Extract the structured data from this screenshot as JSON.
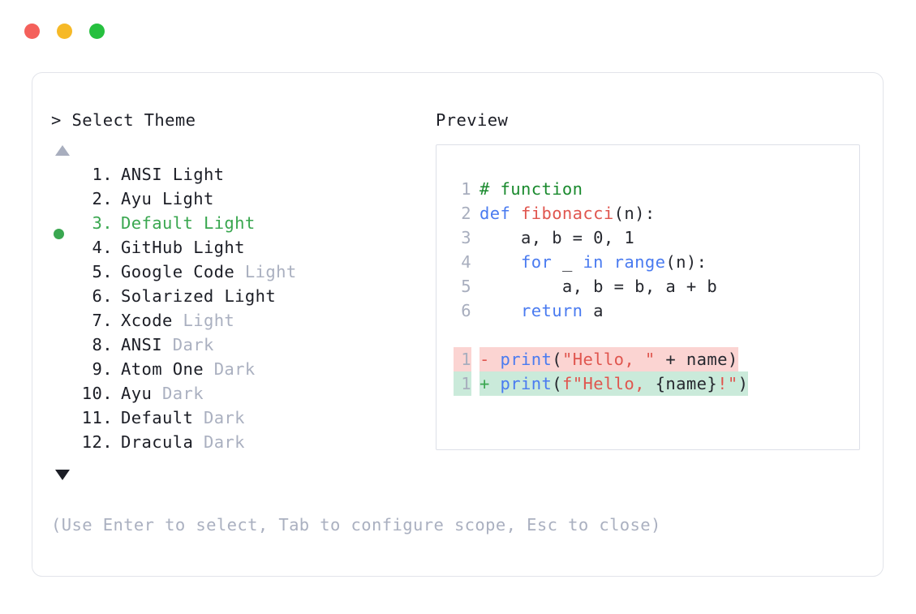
{
  "window": {
    "traffic_lights": [
      {
        "name": "close-button",
        "color": "#f4605b"
      },
      {
        "name": "minimize-button",
        "color": "#f6b927"
      },
      {
        "name": "maximize-button",
        "color": "#26c03f"
      }
    ]
  },
  "left_panel": {
    "prompt": "> Select Theme",
    "scroll_up_icon": "triangle-up-icon",
    "scroll_down_icon": "triangle-down-icon",
    "selected_index": 3,
    "items": [
      {
        "index": " 1.",
        "name": "ANSI",
        "suffix": "Light",
        "suffix_dim": false,
        "selected": false
      },
      {
        "index": " 2.",
        "name": "Ayu",
        "suffix": "Light",
        "suffix_dim": false,
        "selected": false
      },
      {
        "index": " 3.",
        "name": "Default",
        "suffix": "Light",
        "suffix_dim": false,
        "selected": true
      },
      {
        "index": " 4.",
        "name": "GitHub",
        "suffix": "Light",
        "suffix_dim": false,
        "selected": false
      },
      {
        "index": " 5.",
        "name": "Google Code",
        "suffix": "Light",
        "suffix_dim": true,
        "selected": false
      },
      {
        "index": " 6.",
        "name": "Solarized",
        "suffix": "Light",
        "suffix_dim": false,
        "selected": false
      },
      {
        "index": " 7.",
        "name": "Xcode",
        "suffix": "Light",
        "suffix_dim": true,
        "selected": false
      },
      {
        "index": " 8.",
        "name": "ANSI",
        "suffix": "Dark",
        "suffix_dim": true,
        "selected": false
      },
      {
        "index": " 9.",
        "name": "Atom One",
        "suffix": "Dark",
        "suffix_dim": true,
        "selected": false
      },
      {
        "index": "10.",
        "name": "Ayu",
        "suffix": "Dark",
        "suffix_dim": true,
        "selected": false
      },
      {
        "index": "11.",
        "name": "Default",
        "suffix": "Dark",
        "suffix_dim": true,
        "selected": false
      },
      {
        "index": "12.",
        "name": "Dracula",
        "suffix": "Dark",
        "suffix_dim": true,
        "selected": false
      }
    ]
  },
  "right_panel": {
    "title": "Preview",
    "code_lines": [
      {
        "number": "1",
        "tokens": [
          {
            "text": "# function",
            "type": "comment"
          }
        ]
      },
      {
        "number": "2",
        "tokens": [
          {
            "text": "def ",
            "type": "kw"
          },
          {
            "text": "fibonacci",
            "type": "fn"
          },
          {
            "text": "(n):",
            "type": "plain"
          }
        ]
      },
      {
        "number": "3",
        "tokens": [
          {
            "text": "    a, b = 0, 1",
            "type": "plain"
          }
        ]
      },
      {
        "number": "4",
        "tokens": [
          {
            "text": "    ",
            "type": "plain"
          },
          {
            "text": "for",
            "type": "kw"
          },
          {
            "text": " _ ",
            "type": "plain"
          },
          {
            "text": "in range",
            "type": "kw"
          },
          {
            "text": "(n):",
            "type": "plain"
          }
        ]
      },
      {
        "number": "5",
        "tokens": [
          {
            "text": "        a, b = b, a + b",
            "type": "plain"
          }
        ]
      },
      {
        "number": "6",
        "tokens": [
          {
            "text": "    ",
            "type": "plain"
          },
          {
            "text": "return",
            "type": "kw"
          },
          {
            "text": " a",
            "type": "plain"
          }
        ]
      }
    ],
    "diff_lines": [
      {
        "number": "1",
        "marker": "-",
        "kind": "del",
        "tokens": [
          {
            "text": "print",
            "type": "kw"
          },
          {
            "text": "(",
            "type": "plain"
          },
          {
            "text": "\"Hello, \"",
            "type": "str"
          },
          {
            "text": " + name)",
            "type": "plain"
          }
        ]
      },
      {
        "number": "1",
        "marker": "+",
        "kind": "add",
        "tokens": [
          {
            "text": "print",
            "type": "kw"
          },
          {
            "text": "(",
            "type": "plain"
          },
          {
            "text": "f\"Hello, ",
            "type": "str"
          },
          {
            "text": "{name}",
            "type": "plain"
          },
          {
            "text": "!\"",
            "type": "str"
          },
          {
            "text": ")",
            "type": "plain"
          }
        ]
      }
    ]
  },
  "footer": {
    "hint": "(Use Enter to select, Tab to configure scope, Esc to close)"
  },
  "colors": {
    "accent_green": "#3aa750",
    "dim_text": "#aab0c0",
    "body_text": "#1c1e26",
    "comment": "#1a8a2e",
    "keyword": "#4a7bf0",
    "function": "#e0564f",
    "string": "#e0564f",
    "diff_del_bg": "#fbd4d2",
    "diff_add_bg": "#caeada"
  }
}
